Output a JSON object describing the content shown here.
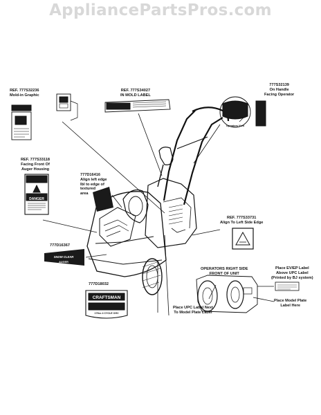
{
  "watermark": "AppliancePartsPros.com",
  "callouts": {
    "mold_graphic": {
      "ref": "REF. 777S32236",
      "desc": "Mold-in Graphic"
    },
    "mold_label": {
      "ref": "REF. 777S34027",
      "desc": "IN MOLD LABEL"
    },
    "handle": {
      "ref": "777S32139",
      "desc1": "On Handle",
      "desc2": "Facing Operator"
    },
    "auger_housing": {
      "ref": "REF. 777S33118",
      "desc1": "Facing Front Of",
      "desc2": "Auger Housing"
    },
    "textured": {
      "ref": "777D16416",
      "desc1": "Align left edge",
      "desc2": "lbl to edge of",
      "desc3": "textured",
      "desc4": "area"
    },
    "left_side": {
      "ref": "REF. 777S33731",
      "desc": "Align To Left Side Edge"
    },
    "auger_decal": {
      "ref": "777D16367"
    },
    "craftsman_decal": {
      "ref": "777D18032"
    },
    "operators_side": {
      "line1": "OPERATORS RIGHT SIDE",
      "line2": "FRONT OF UNIT"
    },
    "ev_label": {
      "line1": "Place EV/EP Label",
      "line2": "Above UPC Label",
      "line3": "(Printed by BJ system)"
    },
    "model_plate": {
      "line1": "Place Model Plate",
      "line2": "Label Here"
    },
    "upc": {
      "line1": "Place UPC Label Next",
      "line2": "To Model Plate Label"
    }
  },
  "decals": {
    "danger": "DANGER",
    "snow_clear": "SNOW CLEAR",
    "auger": "AUGER",
    "craftsman": "CRAFTSMAN",
    "engine": "179cc 4 CYCLE OHV",
    "operators_view": "Operators View"
  },
  "colors": {
    "ink": "#111111",
    "watermark": "#d8d8d8",
    "decal": "#1a1a1a"
  }
}
